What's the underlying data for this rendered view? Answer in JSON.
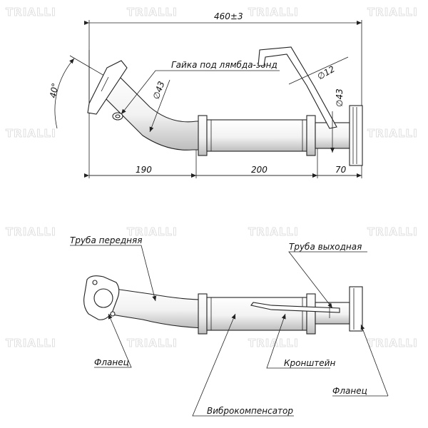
{
  "watermark": "TRIALLI",
  "top_view": {
    "overall_length": "460±3",
    "seg_left": "190",
    "seg_mid": "200",
    "seg_right": "70",
    "angle": "40°",
    "lambda_nut_label": "Гайка под лямбда-зонд",
    "diameter_left": "∅43",
    "diameter_right": "∅43",
    "diameter_bracket": "∅12"
  },
  "bottom_view": {
    "front_pipe": "Труба передняя",
    "outlet_pipe": "Труба выходная",
    "flange_left": "Фланец",
    "bracket": "Кронштейн",
    "flange_right": "Фланец",
    "flex": "Виброкомпенсатор"
  }
}
